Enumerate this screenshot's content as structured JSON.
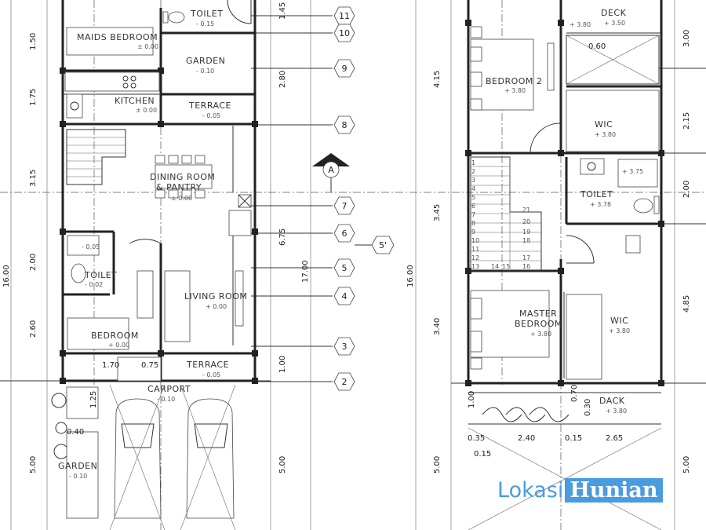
{
  "ground_floor": {
    "rooms": [
      {
        "name": "TOILET",
        "level": "- 0.15"
      },
      {
        "name": "MAIDS BEDROOM",
        "level": "± 0.00"
      },
      {
        "name": "GARDEN",
        "level": "- 0.10"
      },
      {
        "name": "KITCHEN",
        "level": "± 0.00"
      },
      {
        "name": "TERRACE",
        "level": "- 0.05"
      },
      {
        "name": "DINING ROOM",
        "level": ""
      },
      {
        "name": "& PANTRY",
        "level": "± 0.00"
      },
      {
        "name": "TOILET",
        "level": "- 0.02"
      },
      {
        "name": "LIVING ROOM",
        "level": "+ 0.00"
      },
      {
        "name": "BEDROOM",
        "level": "+ 0.00"
      },
      {
        "name": "TERRACE",
        "level": "- 0.05"
      },
      {
        "name": "CARPORT",
        "level": "- 0.10"
      },
      {
        "name": "GARDEN",
        "level": "- 0.10"
      }
    ],
    "misc_levels": [
      "- 0.05"
    ],
    "dims_left": [
      "1.50",
      "1.75",
      "3.15",
      "2.00",
      "2.60",
      "16.00",
      "5.00"
    ],
    "dims_inner": [
      "1.45",
      "2.80",
      "6.75",
      "1.00",
      "5.00"
    ],
    "dims_total": "17.00",
    "dims_small": [
      "1.70",
      "0.75",
      "1.25",
      "0.40"
    ],
    "grid_bubbles": [
      "11",
      "10",
      "9",
      "8",
      "7",
      "6",
      "5'",
      "5",
      "4",
      "3",
      "2"
    ],
    "section_marker": "A"
  },
  "upper_floor": {
    "rooms": [
      {
        "name": "DECK",
        "level": "+ 3.50"
      },
      {
        "name": "BEDROOM 2",
        "level": "+ 3.80"
      },
      {
        "name": "WIC",
        "level": "+ 3.80"
      },
      {
        "name": "TOILET",
        "level": "+ 3.78"
      },
      {
        "name": "MASTER",
        "level": ""
      },
      {
        "name": "BEDROOM",
        "level": "+ 3.80"
      },
      {
        "name": "WIC",
        "level": "+ 3.80"
      },
      {
        "name": "DACK",
        "level": "+ 3.80"
      }
    ],
    "misc_levels": [
      "+ 3.80",
      "+ 3.75"
    ],
    "dims_left": [
      "4.15",
      "3.45",
      "3.40",
      "16.00",
      "5.00"
    ],
    "dims_right": [
      "3.00",
      "2.15",
      "2.00",
      "4.85",
      "5.00"
    ],
    "dims_small": [
      "0.60",
      "1.00",
      "0.70",
      "0.30",
      "0.35",
      "2.40",
      "0.15",
      "2.65",
      "0.15"
    ],
    "stair_steps": [
      "1",
      "2",
      "3",
      "4",
      "5",
      "6",
      "7",
      "8",
      "9",
      "10",
      "11",
      "12",
      "13",
      "14",
      "15",
      "16",
      "17",
      "18",
      "19",
      "20",
      "21"
    ]
  },
  "watermark": {
    "part1": "Lokasi",
    "part2": "Hunian"
  }
}
